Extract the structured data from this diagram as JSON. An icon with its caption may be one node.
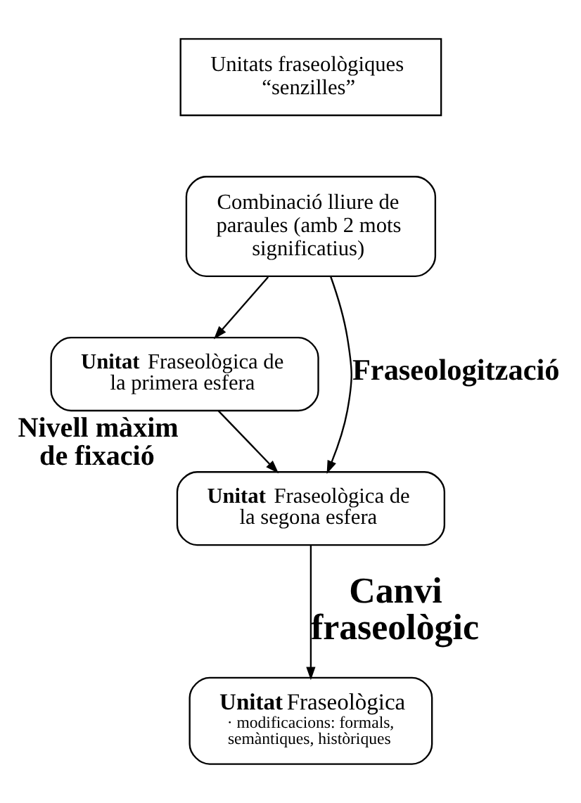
{
  "diagram": {
    "nodes": [
      {
        "text": [
          "Unitats fraseològiques “senzilles”"
        ]
      },
      {
        "text": [
          "Combinació lliure de paraules (amb 2 mots significatius)"
        ]
      },
      {
        "text": [
          "**Unitat** Fraseològica de la primera esfera"
        ]
      },
      {
        "text": [
          "**Unitat** Fraseològica de la segona esfera"
        ],
        "beside": [
          "Nivell màxim de fixació"
        ]
      },
      {
        "text": [
          "**Unitat** Fraseològica",
          "· modificacions: formals, semàntiques, històriques"
        ]
      }
    ],
    "edges": [
      {
        "from": 1,
        "to": 2,
        "arrow": "to"
      },
      {
        "from": 1,
        "to": 3,
        "arrow": "to",
        "label": "Fraseologització"
      },
      {
        "from": 2,
        "to": 3,
        "arrow": "to"
      },
      {
        "from": 3,
        "to": 4,
        "arrow": "to",
        "label": "Canvi fraseològic"
      }
    ]
  }
}
